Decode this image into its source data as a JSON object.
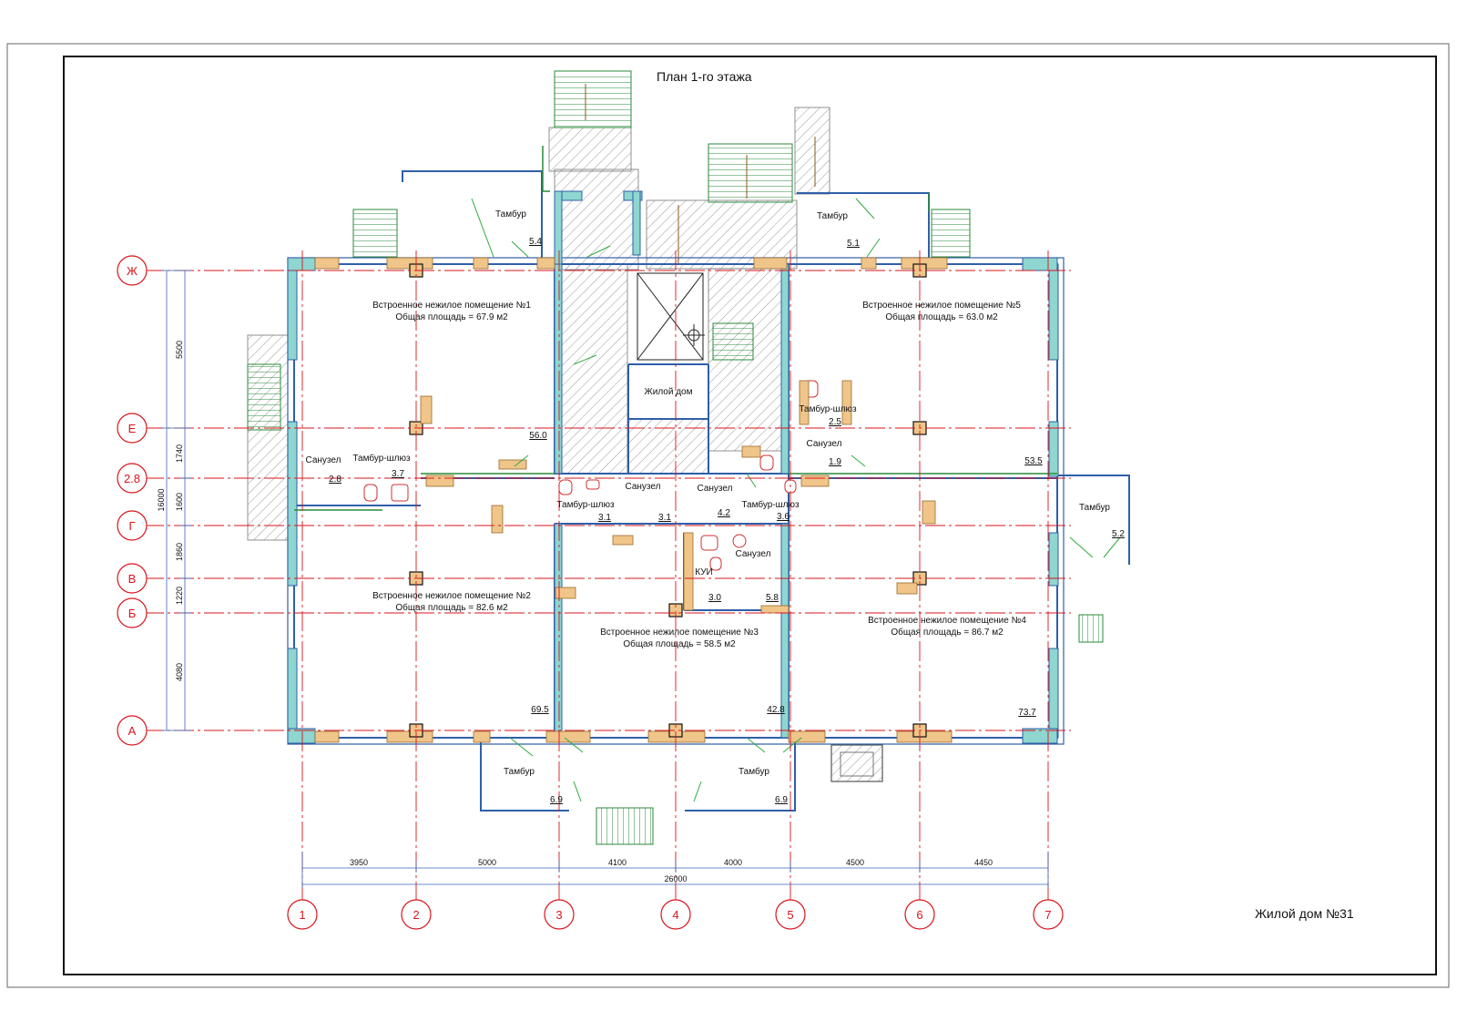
{
  "title": "План 1-го этажа",
  "building": "Жилой дом №31",
  "axes_horizontal": [
    "Ж",
    "Е",
    "2.8",
    "Г",
    "В",
    "Б",
    "А"
  ],
  "axes_vertical": [
    "1",
    "2",
    "3",
    "4",
    "5",
    "6",
    "7"
  ],
  "dims_vertical": [
    "5500",
    "1740",
    "1600",
    "1860",
    "1220",
    "4080"
  ],
  "dim_vertical_total": "16000",
  "dims_horizontal": [
    "3950",
    "5000",
    "4100",
    "4000",
    "4500",
    "4450"
  ],
  "dim_horizontal_total": "26000",
  "rooms": {
    "r1_name": "Встроенное нежилое помещение №1",
    "r1_area": "Общая площадь = 67.9 м2",
    "r2_name": "Встроенное нежилое помещение №2",
    "r2_area": "Общая площадь = 82.6 м2",
    "r3_name": "Встроенное нежилое помещение №3",
    "r3_area": "Общая площадь = 58.5 м2",
    "r4_name": "Встроенное нежилое помещение №4",
    "r4_area": "Общая площадь = 86.7 м2",
    "r5_name": "Встроенное нежилое помещение №5",
    "r5_area": "Общая площадь = 63.0 м2",
    "residential": "Жилой дом",
    "tambur": "Тамбур",
    "sanuzel": "Санузел",
    "shluz": "Тамбур-шлюз",
    "kui": "КУИ"
  },
  "areas": {
    "t_top_left": "5.4",
    "t_top_right": "5.1",
    "r1": "56.0",
    "san_left": "2.8",
    "shluz_left": "3.7",
    "shluz_c1": "3.1",
    "san_c1": "3.1",
    "shluz_c2": "4.2",
    "shluz_c3": "3.6",
    "shluz_right": "2.5",
    "san_right": "1.9",
    "r5": "53.5",
    "t_right": "5.2",
    "kui": "3.0",
    "san_c3": "5.8",
    "r2": "69.5",
    "r3": "42.8",
    "r4": "73.7",
    "t_bottom_left": "6.9",
    "t_bottom_right": "6.9"
  },
  "colors": {
    "axis": "#d9141b",
    "wall": "#2f5fa8",
    "insulation": "#8ed6cf",
    "column_fill": "#efc58a",
    "door_swing": "#2faa3f",
    "hatch": "#8c8c8c",
    "stair": "#2a8a3a",
    "dimension": "#3a66b5"
  }
}
